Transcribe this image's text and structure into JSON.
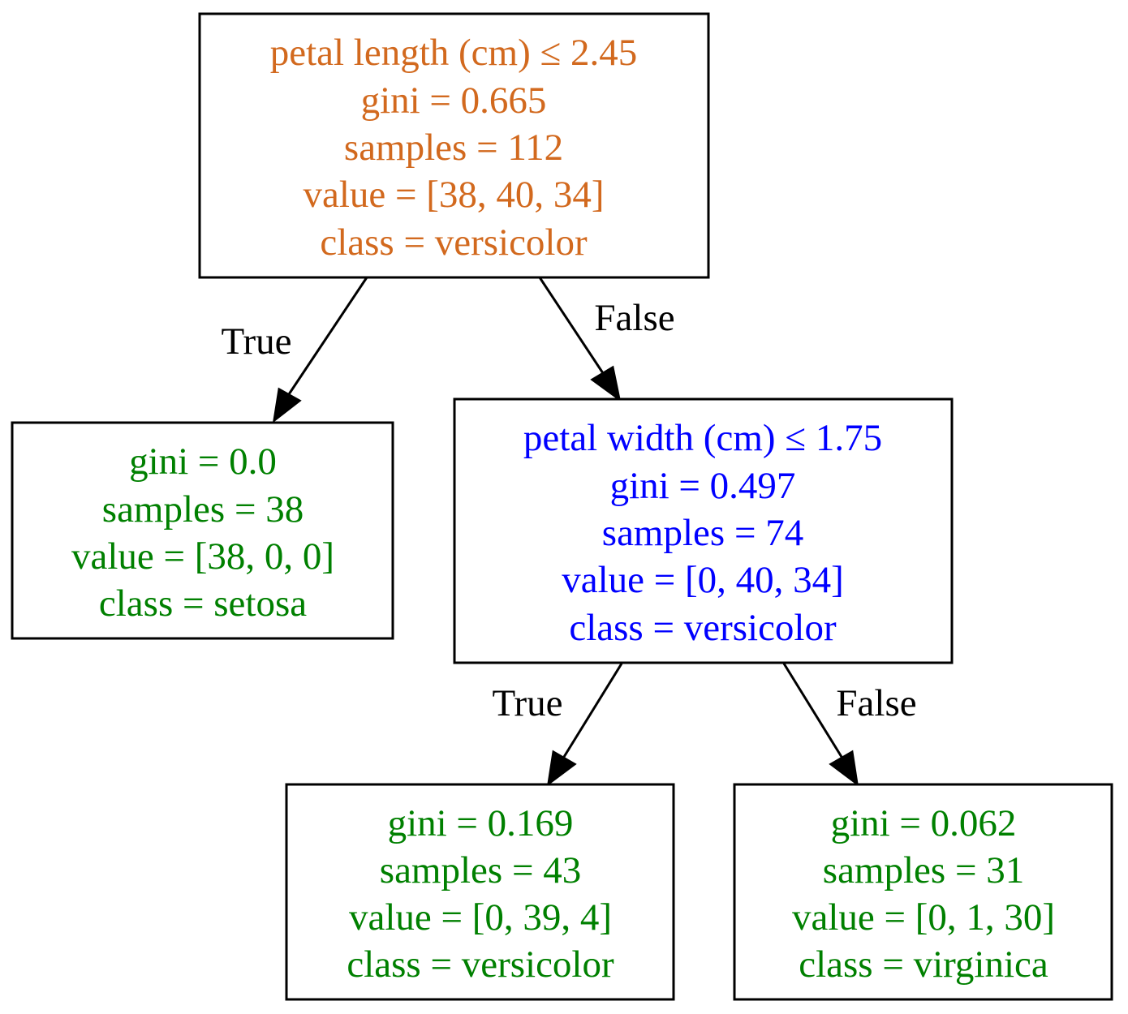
{
  "colors": {
    "root": "#d2691e",
    "split": "#0000ff",
    "leaf": "#008000",
    "border": "#000000",
    "edge": "#000000"
  },
  "tree": {
    "root": {
      "lines": [
        "petal length (cm) ≤ 2.45",
        "gini = 0.665",
        "samples = 112",
        "value = [38, 40, 34]",
        "class = versicolor"
      ]
    },
    "setosa_leaf": {
      "lines": [
        "gini = 0.0",
        "samples = 38",
        "value = [38, 0, 0]",
        "class = setosa"
      ]
    },
    "width_split": {
      "lines": [
        "petal width (cm) ≤ 1.75",
        "gini = 0.497",
        "samples = 74",
        "value = [0, 40, 34]",
        "class = versicolor"
      ]
    },
    "versicolor_leaf": {
      "lines": [
        "gini = 0.169",
        "samples = 43",
        "value = [0, 39, 4]",
        "class = versicolor"
      ]
    },
    "virginica_leaf": {
      "lines": [
        "gini = 0.062",
        "samples = 31",
        "value = [0, 1, 30]",
        "class = virginica"
      ]
    }
  },
  "edges": {
    "root_true": "True",
    "root_false": "False",
    "split_true": "True",
    "split_false": "False"
  }
}
